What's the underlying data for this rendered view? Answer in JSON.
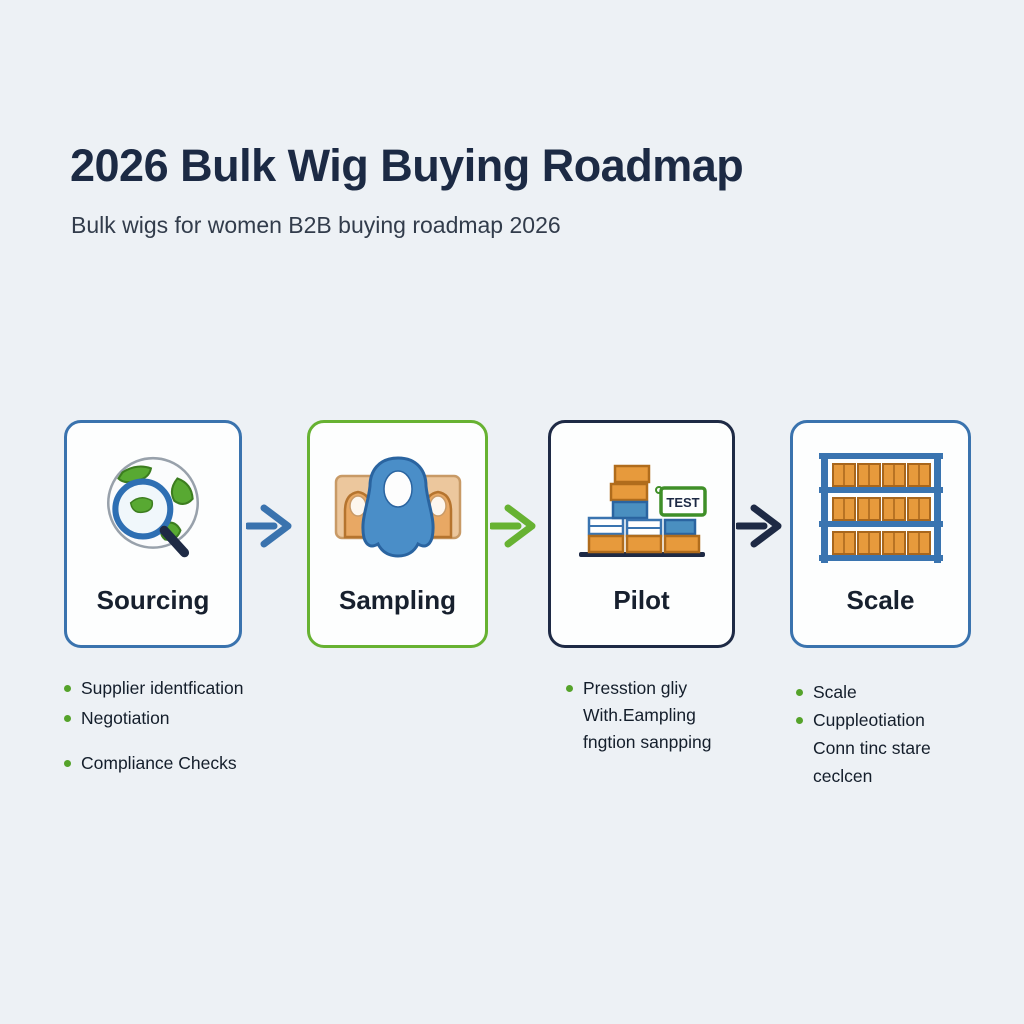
{
  "header": {
    "title": "2026 Bulk Wig Buying Roadmap",
    "subtitle": "Bulk wigs for women B2B buying roadmap 2026"
  },
  "stages": [
    {
      "label": "Sourcing",
      "icon": "globe-magnifier-icon",
      "border_color": "#3a73ae",
      "notes": [
        "Supplier identfication",
        "Negotiation",
        "Compliance Checks"
      ]
    },
    {
      "label": "Sampling",
      "icon": "wig-heads-icon",
      "border_color": "#67b232",
      "notes": []
    },
    {
      "label": "Pilot",
      "icon": "test-boxes-icon",
      "icon_text": "TEST",
      "border_color": "#1e2a45",
      "notes": [
        "Presstion gliy",
        "With.Eampling",
        "fngtion sanpping"
      ]
    },
    {
      "label": "Scale",
      "icon": "warehouse-shelf-icon",
      "border_color": "#3a73ae",
      "notes": [
        "Scale",
        "Cuppleotiation",
        "Conn tinc stare",
        "ceclcen"
      ]
    }
  ],
  "arrows": [
    {
      "color": "#3a73ae"
    },
    {
      "color": "#67b232"
    },
    {
      "color": "#1e2a45"
    }
  ],
  "colors": {
    "background": "#edf1f5",
    "card_background": "#fdfefe",
    "title_text": "#1c2a44",
    "subtitle_text": "#323c4b",
    "note_text": "#141e2b",
    "bullet_dot": "#55a32a",
    "blue": "#3a73ae",
    "green": "#67b232",
    "navy": "#1e2a45",
    "orange": "#e79a3c"
  }
}
